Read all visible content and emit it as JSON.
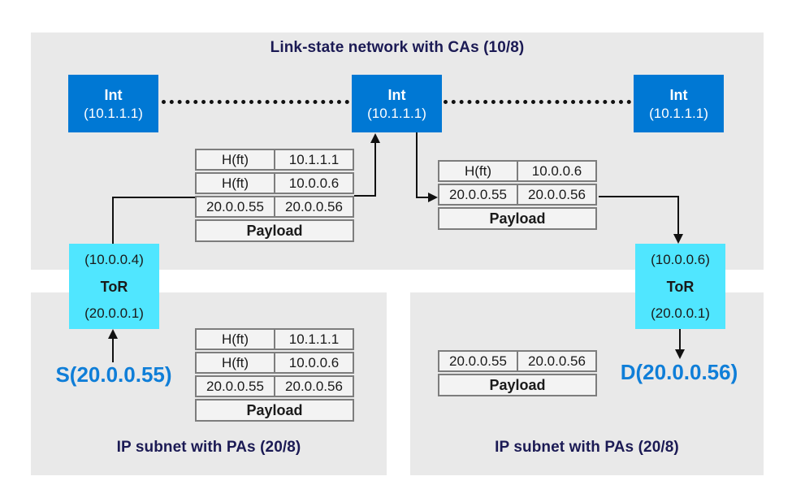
{
  "title": "Link-state network with CAs (10/8)",
  "colors": {
    "panel_gray": "#e9e9e9",
    "int_blue": "#0078d4",
    "tor_cyan": "#50e6ff",
    "heading_navy": "#1b1a54",
    "endpoint_blue": "#0f7ed8",
    "table_border_gray": "#7d7d7d"
  },
  "int_nodes": {
    "left": {
      "label": "Int",
      "address": "(10.1.1.1)"
    },
    "middle": {
      "label": "Int",
      "address": "(10.1.1.1)"
    },
    "right": {
      "label": "Int",
      "address": "(10.1.1.1)"
    }
  },
  "tor_nodes": {
    "left": {
      "ca_address": "(10.0.0.4)",
      "label": "ToR",
      "pa_address": "(20.0.0.1)"
    },
    "right": {
      "ca_address": "(10.0.0.6)",
      "label": "ToR",
      "pa_address": "(20.0.0.1)"
    }
  },
  "endpoints": {
    "source": "S(20.0.0.55)",
    "destination": "D(20.0.0.56)"
  },
  "subnets": {
    "left_label": "IP subnet with PAs (20/8)",
    "right_label": "IP subnet with PAs (20/8)"
  },
  "packets": {
    "top_left": {
      "rows": [
        [
          "H(ft)",
          "10.1.1.1"
        ],
        [
          "H(ft)",
          "10.0.0.6"
        ],
        [
          "20.0.0.55",
          "20.0.0.56"
        ]
      ],
      "payload": "Payload"
    },
    "top_right": {
      "rows": [
        [
          "H(ft)",
          "10.0.0.6"
        ],
        [
          "20.0.0.55",
          "20.0.0.56"
        ]
      ],
      "payload": "Payload"
    },
    "bottom_left": {
      "rows": [
        [
          "H(ft)",
          "10.1.1.1"
        ],
        [
          "H(ft)",
          "10.0.0.6"
        ],
        [
          "20.0.0.55",
          "20.0.0.56"
        ]
      ],
      "payload": "Payload"
    },
    "bottom_right": {
      "rows": [
        [
          "20.0.0.55",
          "20.0.0.56"
        ]
      ],
      "payload": "Payload"
    }
  }
}
